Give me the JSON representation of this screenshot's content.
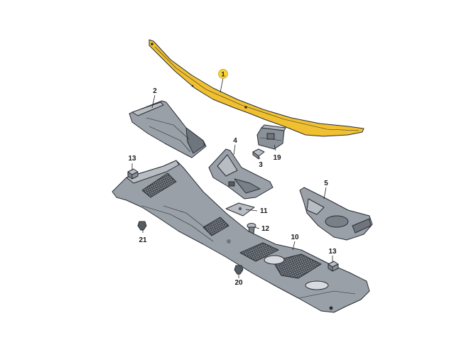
{
  "colors": {
    "highlight_part": "#f0c030",
    "part_fill": "#9aa0a8",
    "part_dark": "#6f757d",
    "part_light": "#b8bdc3",
    "outline": "#2a2d33",
    "callout_badge": "#f5d23a"
  },
  "callouts": {
    "c1": "1",
    "c2": "2",
    "c3": "3",
    "c4": "4",
    "c5": "5",
    "c10": "10",
    "c11": "11",
    "c12": "12",
    "c13a": "13",
    "c13b": "13",
    "c19": "19",
    "c20": "20",
    "c21": "21"
  }
}
